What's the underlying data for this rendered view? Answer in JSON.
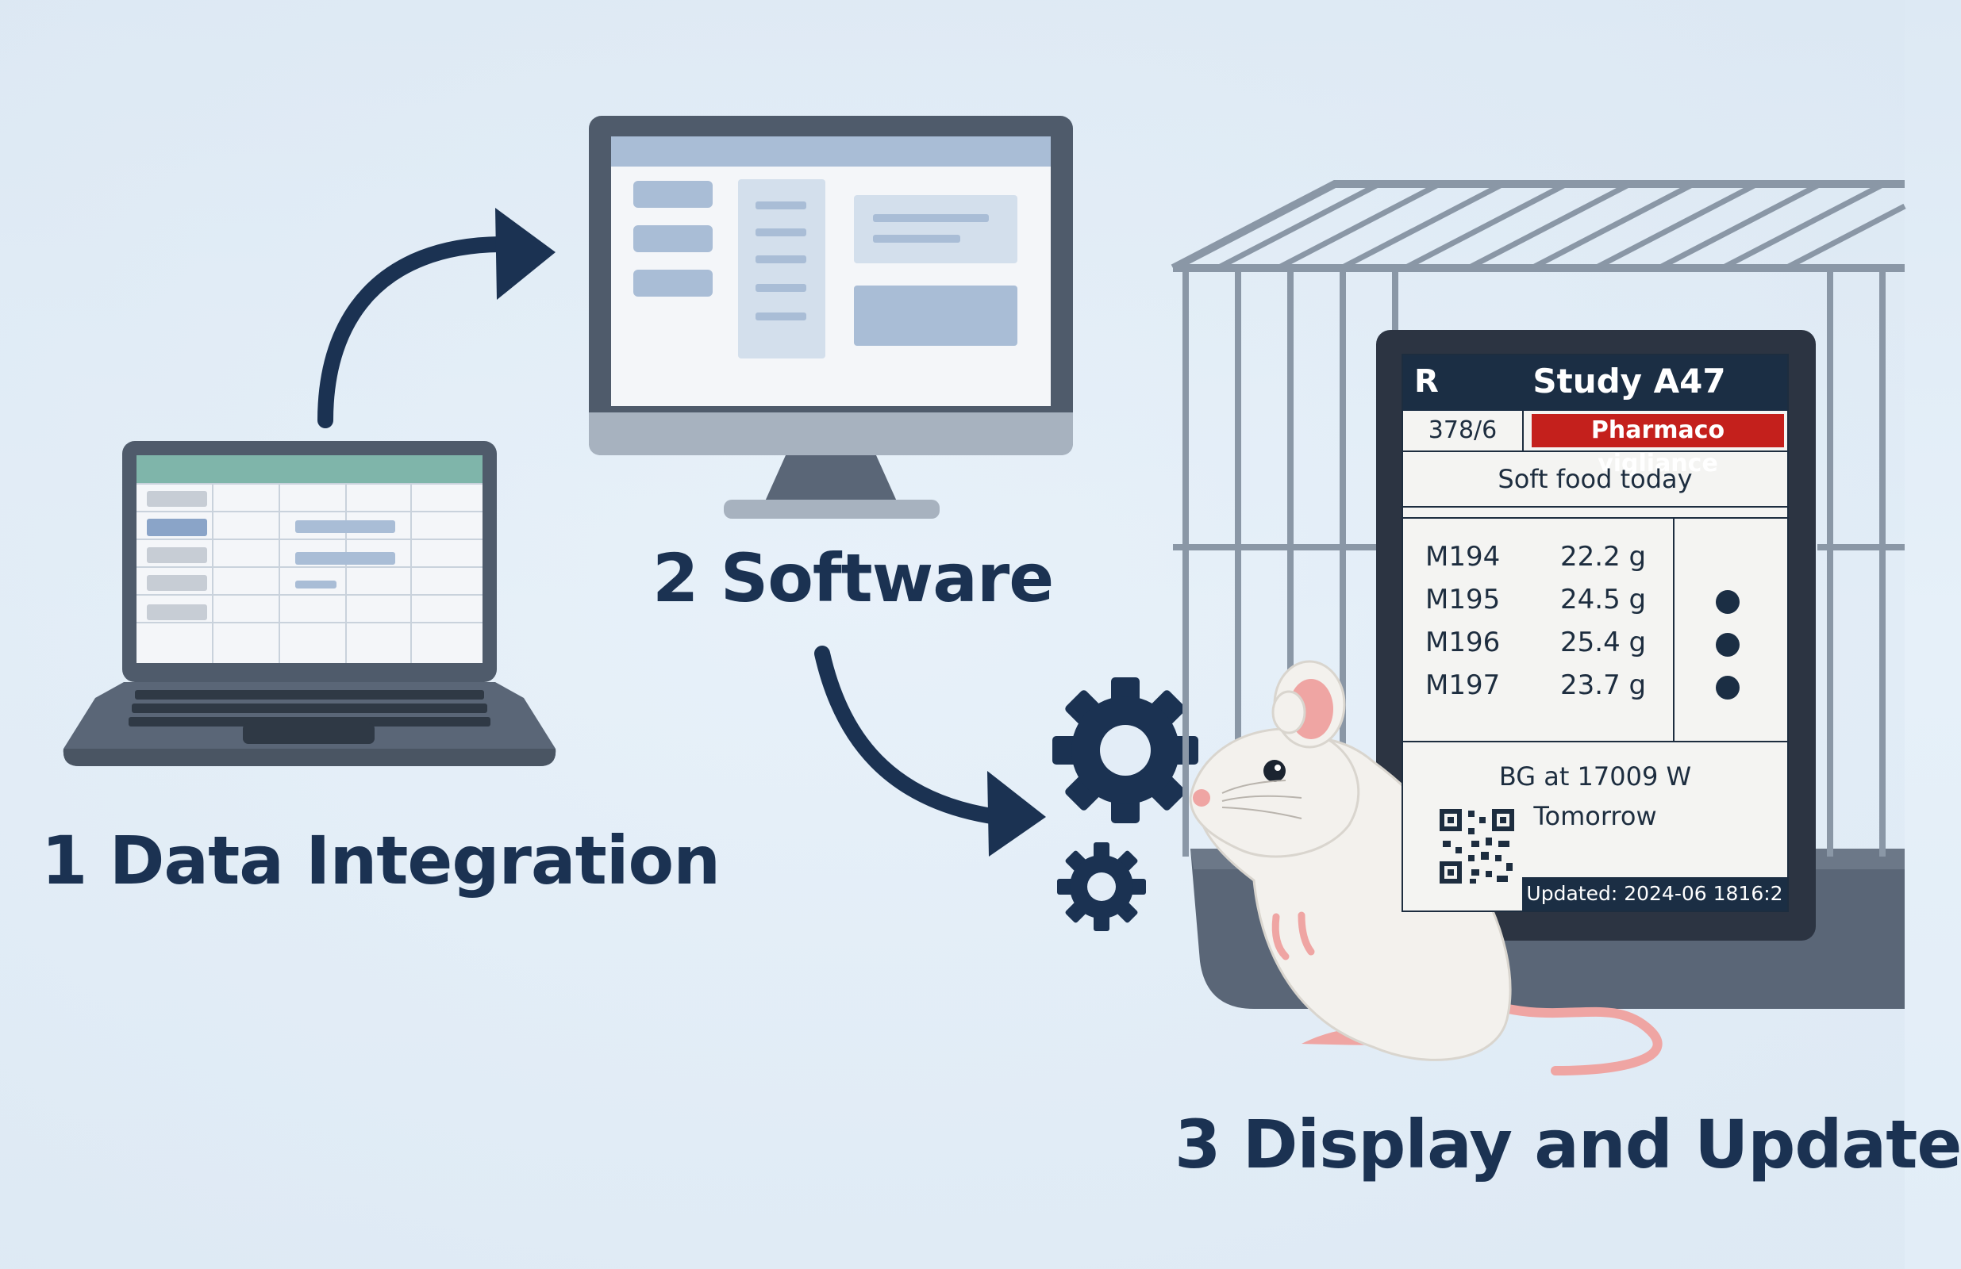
{
  "colors": {
    "navy": "#1b3252",
    "device_gray": "#5a6677",
    "device_dark": "#3d4857",
    "screen_bg": "#eef2f7",
    "ui_blue": "#a9bdd6",
    "spreadsheet_header": "#7fb5aa",
    "alert_red": "#c4201c",
    "cage_gray": "#8a97a6",
    "mouse_white": "#f3f1ed",
    "mouse_pink": "#efa5a3"
  },
  "steps": [
    {
      "label": "1 Data Integration"
    },
    {
      "label": "2 Software"
    },
    {
      "label": "3  Display and Update"
    }
  ],
  "cage_tag": {
    "rack_letter": "R",
    "study": "Study A47",
    "cage_id": "378/6",
    "alert": "Pharmaco vigliance",
    "note": "Soft food today",
    "animals": [
      {
        "id": "M194",
        "weight": "22.2 g",
        "flag": false
      },
      {
        "id": "M195",
        "weight": "24.5 g",
        "flag": true
      },
      {
        "id": "M196",
        "weight": "25.4 g",
        "flag": true
      },
      {
        "id": "M197",
        "weight": "23.7 g",
        "flag": true
      }
    ],
    "task_line1": "BG at 17009 W",
    "task_line2": "Tomorrow",
    "updated": "Updated: 2024-06 1816:2"
  },
  "icons": {
    "laptop": "laptop-icon",
    "monitor": "monitor-icon",
    "gear_large": "gear-icon",
    "gear_small": "gear-icon",
    "cage": "cage-icon",
    "mouse": "mouse-icon",
    "qr": "qr-code-icon",
    "arrows": "curved-arrow-icon"
  }
}
